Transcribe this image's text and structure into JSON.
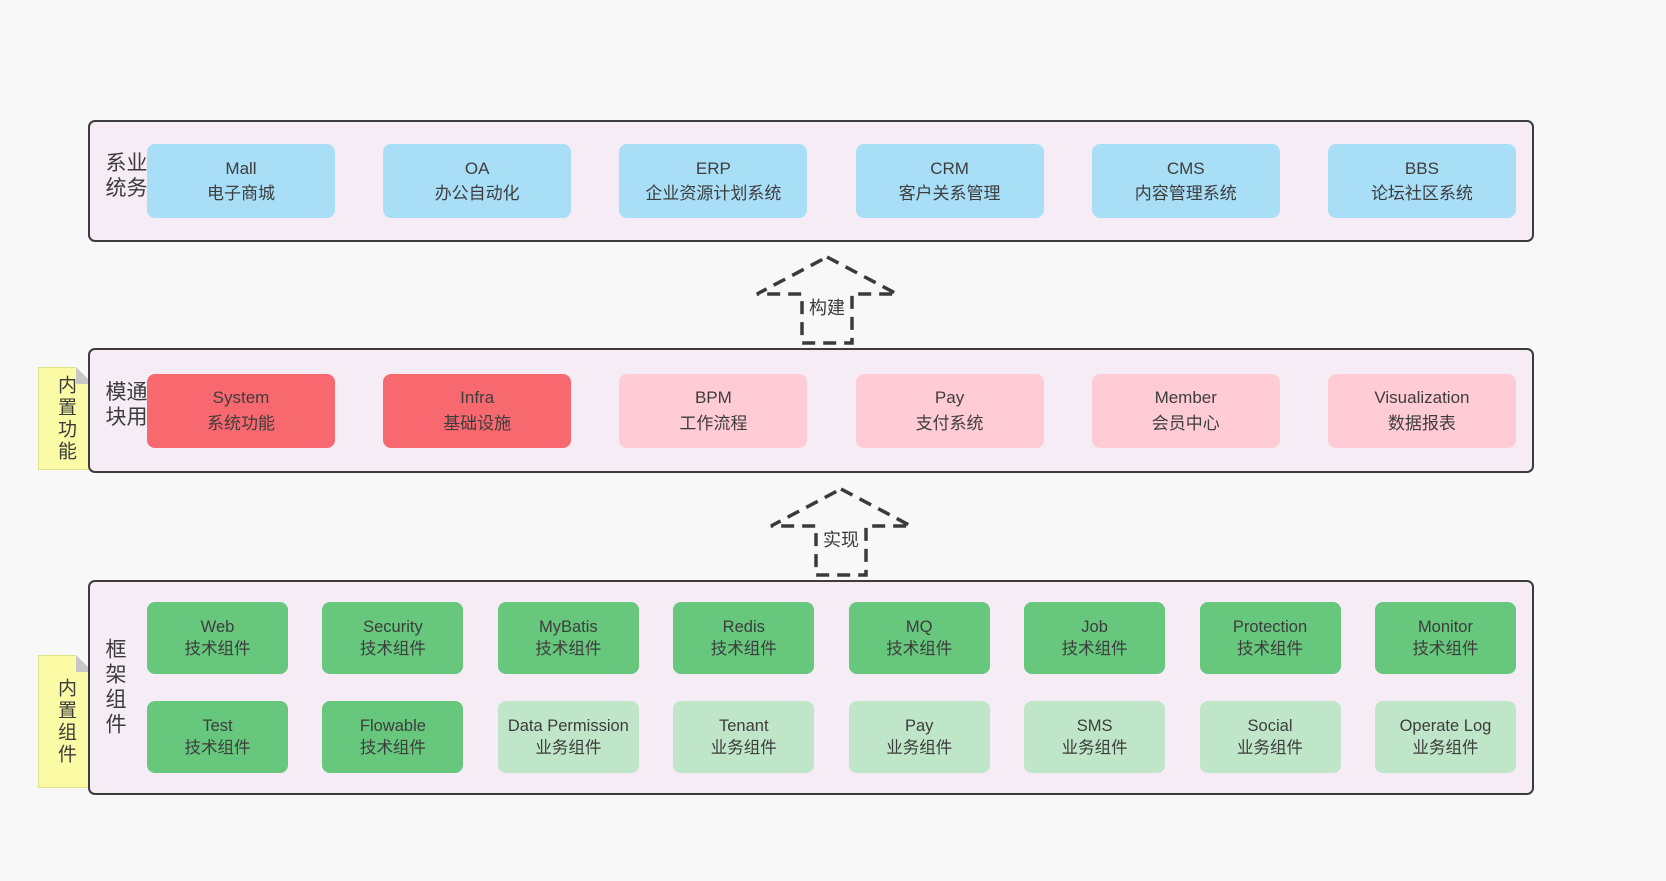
{
  "colors": {
    "page_bg": "#f8f8f8",
    "band_bg": "#f6ecf5",
    "band_border": "#3c3c3c",
    "blue_box": "#a9def7",
    "red_box": "#f7696f",
    "pink_box": "#ffccd5",
    "green_box": "#66c77d",
    "light_green_box": "#bfe6c8",
    "note_yellow": "#fbfba6",
    "note_fold_gray": "#c7c7c7",
    "text": "#3d3d3d"
  },
  "arrows": [
    {
      "label": "构建"
    },
    {
      "label": "实现"
    }
  ],
  "bands": [
    {
      "label": "业务系统",
      "boxes": [
        {
          "en": "Mall",
          "zh": "电子商城"
        },
        {
          "en": "OA",
          "zh": "办公自动化"
        },
        {
          "en": "ERP",
          "zh": "企业资源计划系统"
        },
        {
          "en": "CRM",
          "zh": "客户关系管理"
        },
        {
          "en": "CMS",
          "zh": "内容管理系统"
        },
        {
          "en": "BBS",
          "zh": "论坛社区系统"
        }
      ]
    },
    {
      "label": "通用模块",
      "note": "内置功能",
      "boxes": [
        {
          "en": "System",
          "zh": "系统功能"
        },
        {
          "en": "Infra",
          "zh": "基础设施"
        },
        {
          "en": "BPM",
          "zh": "工作流程"
        },
        {
          "en": "Pay",
          "zh": "支付系统"
        },
        {
          "en": "Member",
          "zh": "会员中心"
        },
        {
          "en": "Visualization",
          "zh": "数据报表"
        }
      ]
    },
    {
      "label": "框架组件",
      "note": "内置组件",
      "rows": [
        [
          {
            "en": "Web",
            "zh": "技术组件"
          },
          {
            "en": "Security",
            "zh": "技术组件"
          },
          {
            "en": "MyBatis",
            "zh": "技术组件"
          },
          {
            "en": "Redis",
            "zh": "技术组件"
          },
          {
            "en": "MQ",
            "zh": "技术组件"
          },
          {
            "en": "Job",
            "zh": "技术组件"
          },
          {
            "en": "Protection",
            "zh": "技术组件"
          },
          {
            "en": "Monitor",
            "zh": "技术组件"
          }
        ],
        [
          {
            "en": "Test",
            "zh": "技术组件"
          },
          {
            "en": "Flowable",
            "zh": "技术组件"
          },
          {
            "en": "Data Permission",
            "zh": "业务组件"
          },
          {
            "en": "Tenant",
            "zh": "业务组件"
          },
          {
            "en": "Pay",
            "zh": "业务组件"
          },
          {
            "en": "SMS",
            "zh": "业务组件"
          },
          {
            "en": "Social",
            "zh": "业务组件"
          },
          {
            "en": "Operate Log",
            "zh": "业务组件"
          }
        ]
      ]
    }
  ]
}
